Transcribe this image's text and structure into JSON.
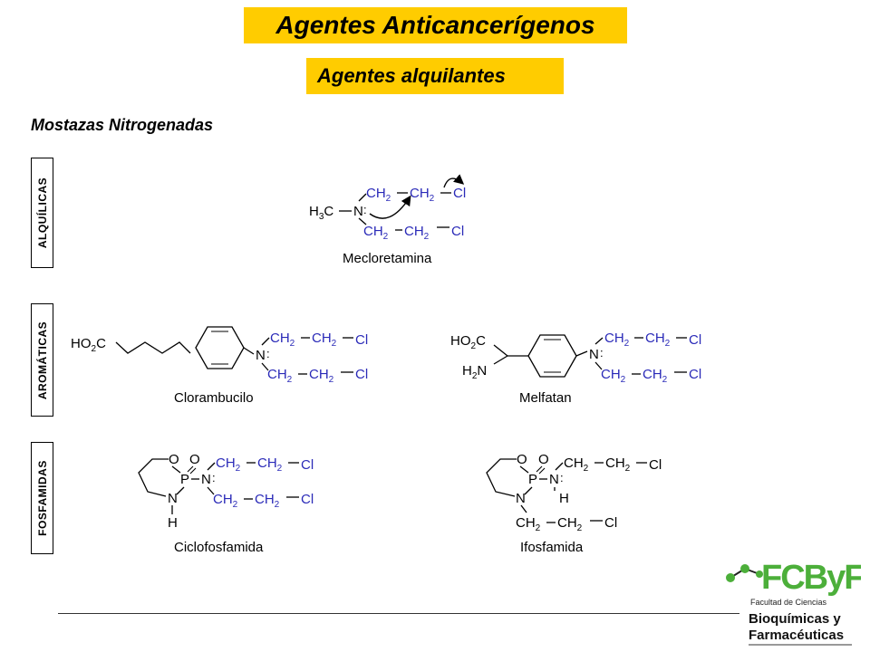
{
  "header": {
    "title": "Agentes Anticancerígenos",
    "subtitle": "Agentes alquilantes"
  },
  "section_title": "Mostazas Nitrogenadas",
  "groups": {
    "alquilicas": "ALQUÍLICAS",
    "aromaticas": "AROMÁTICAS",
    "fosfamidas": "FOSFAMIDAS"
  },
  "compounds": {
    "mecloretamina": "Mecloretamina",
    "clorambucilo": "Clorambucilo",
    "melfatan": "Melfatan",
    "ciclofosfamida": "Ciclofosfamida",
    "ifosfamida": "Ifosfamida"
  },
  "logo": {
    "mark": "FCByF",
    "line1": "Facultad de Ciencias",
    "line2": "Bioquímicas y",
    "line3": "Farmacéuticas"
  },
  "colors": {
    "title_bg": "#ffcc00",
    "logo_green": "#4caf3a"
  }
}
